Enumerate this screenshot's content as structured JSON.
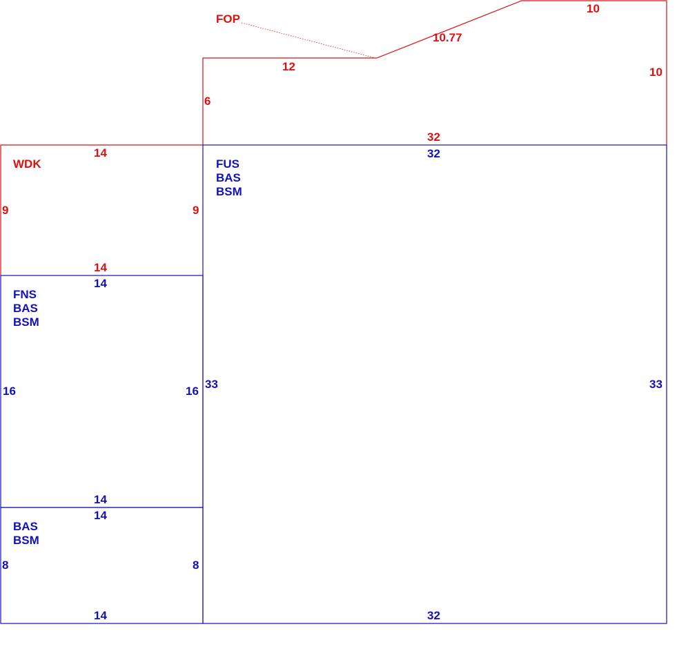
{
  "colors": {
    "red": "#dd1111",
    "blue": "#1111bb"
  },
  "fop": {
    "code": "FOP",
    "top": "10",
    "slope": "10.77",
    "right": "10",
    "left_top": "12",
    "left": "6",
    "bottom": "32"
  },
  "wdk": {
    "code": "WDK",
    "top": "14",
    "left": "9",
    "right": "9",
    "bottom": "14"
  },
  "fus": {
    "codes": [
      "FUS",
      "BAS",
      "BSM"
    ],
    "top": "32",
    "left": "33",
    "right": "33",
    "bottom": "32"
  },
  "fns": {
    "codes": [
      "FNS",
      "BAS",
      "BSM"
    ],
    "top": "14",
    "left": "16",
    "right": "16",
    "bottom": "14"
  },
  "bas": {
    "codes": [
      "BAS",
      "BSM"
    ],
    "top": "14",
    "left": "8",
    "right": "8",
    "bottom": "14"
  }
}
